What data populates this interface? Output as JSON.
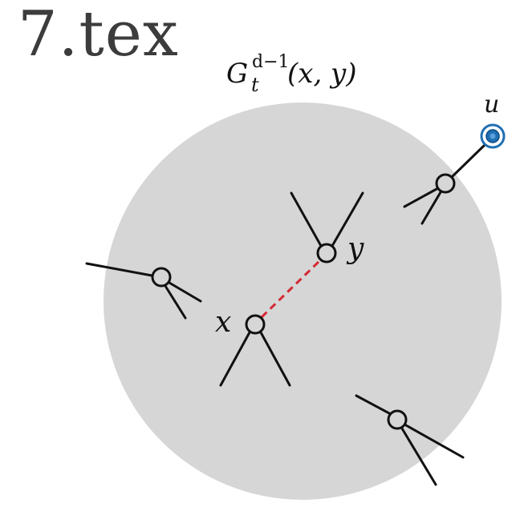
{
  "title": "7.tex",
  "region_label": {
    "base": "G",
    "subscript": "t",
    "superscript": "d−1",
    "args": "(x, y)"
  },
  "nodes": {
    "x": {
      "label": "x"
    },
    "y": {
      "label": "y"
    },
    "u": {
      "label": "u"
    }
  },
  "colors": {
    "region_fill": "#d6d6d6",
    "edge": "#111111",
    "dashed_edge": "#d42a35",
    "highlight_node": "#1f6fb2",
    "node_fill": "#d6d6d6"
  }
}
